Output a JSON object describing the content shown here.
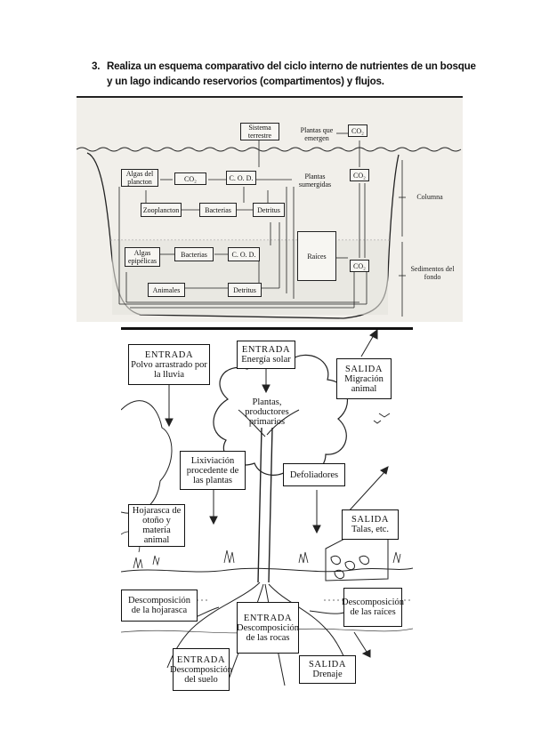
{
  "question": {
    "number": "3.",
    "line1": "Realiza un esquema comparativo del ciclo interno de nutrientes de un bosque",
    "line2": "y un lago indicando reservorios (compartimentos) y flujos."
  },
  "lake": {
    "sistema_terrestre": "Sistema terrestre",
    "plantas_emergen": "Plantas que emergen",
    "co2_top": "CO₂",
    "algas_plancton": "Algas del plancton",
    "co2_left": "CO₂",
    "cod_top": "C. O. D.",
    "co2_mid": "CO₂",
    "plantas_sumergidas": "Plantas sumergidas",
    "zooplancton": "Zooplancton",
    "bacterias_top": "Bacterias",
    "detritus_top": "Detritus",
    "algas_epipelicas": "Algas epipélicas",
    "bacterias_bottom": "Bacterias",
    "cod_bottom": "C. O. D.",
    "raices": "Raíces",
    "co2_bottom": "CO₂",
    "animales": "Animales",
    "detritus_bottom": "Detritus",
    "columna": "Columna",
    "sedimentos": "Sedimentos del fondo"
  },
  "forest": {
    "entrada_polvo_h": "ENTRADA",
    "entrada_polvo_t": "Polvo arrastrado por la lluvia",
    "entrada_solar_h": "ENTRADA",
    "entrada_solar_t": "Energía solar",
    "salida_migracion_h": "SALIDA",
    "salida_migracion_t": "Migración animal",
    "plantas": "Plantas, productores primarios",
    "lixiviacion": "Lixiviación procedente de las plantas",
    "defoliadores": "Defoliadores",
    "hojarasca": "Hojarasca de otoño y materia animal",
    "salida_talas_h": "SALIDA",
    "salida_talas_t": "Talas, etc.",
    "descomp_hojarasca": "Descomposición de la hojarasca",
    "entrada_rocas_h": "ENTRADA",
    "entrada_rocas_t": "Descomposición de las rocas",
    "descomp_raices": "Descomposición de las raíces",
    "entrada_suelo_h": "ENTRADA",
    "entrada_suelo_t": "Descomposición del suelo",
    "salida_drenaje_h": "SALIDA",
    "salida_drenaje_t": "Drenaje"
  }
}
